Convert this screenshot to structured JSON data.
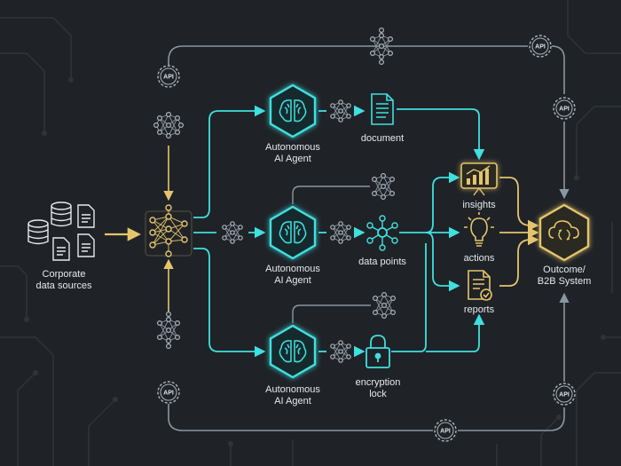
{
  "diagram": {
    "labels": {
      "sources": "Corporate\ndata sources",
      "agent_top": "Autonomous\nAI Agent",
      "agent_mid": "Autonomous\nAI Agent",
      "agent_bot": "Autonomous\nAI Agent",
      "document": "document",
      "data_points": "data points",
      "encryption": "encryption\nlock",
      "insights": "insights",
      "actions": "actions",
      "reports": "reports",
      "outcome": "Outcome/\nB2B System"
    },
    "api_badges": [
      "API",
      "API",
      "API",
      "API",
      "API",
      "API"
    ],
    "icons": [
      "database-icon",
      "document-icon",
      "neural-network-icon",
      "brain-icon",
      "lock-icon",
      "chart-icon",
      "lightbulb-icon",
      "report-icon",
      "cloud-icon",
      "gear-icon"
    ],
    "colors": {
      "background": "#1f2328",
      "cyan": "#3fe0df",
      "gold": "#e5c56b",
      "gray": "#8a96a0",
      "text": "#e6e9ec"
    }
  }
}
